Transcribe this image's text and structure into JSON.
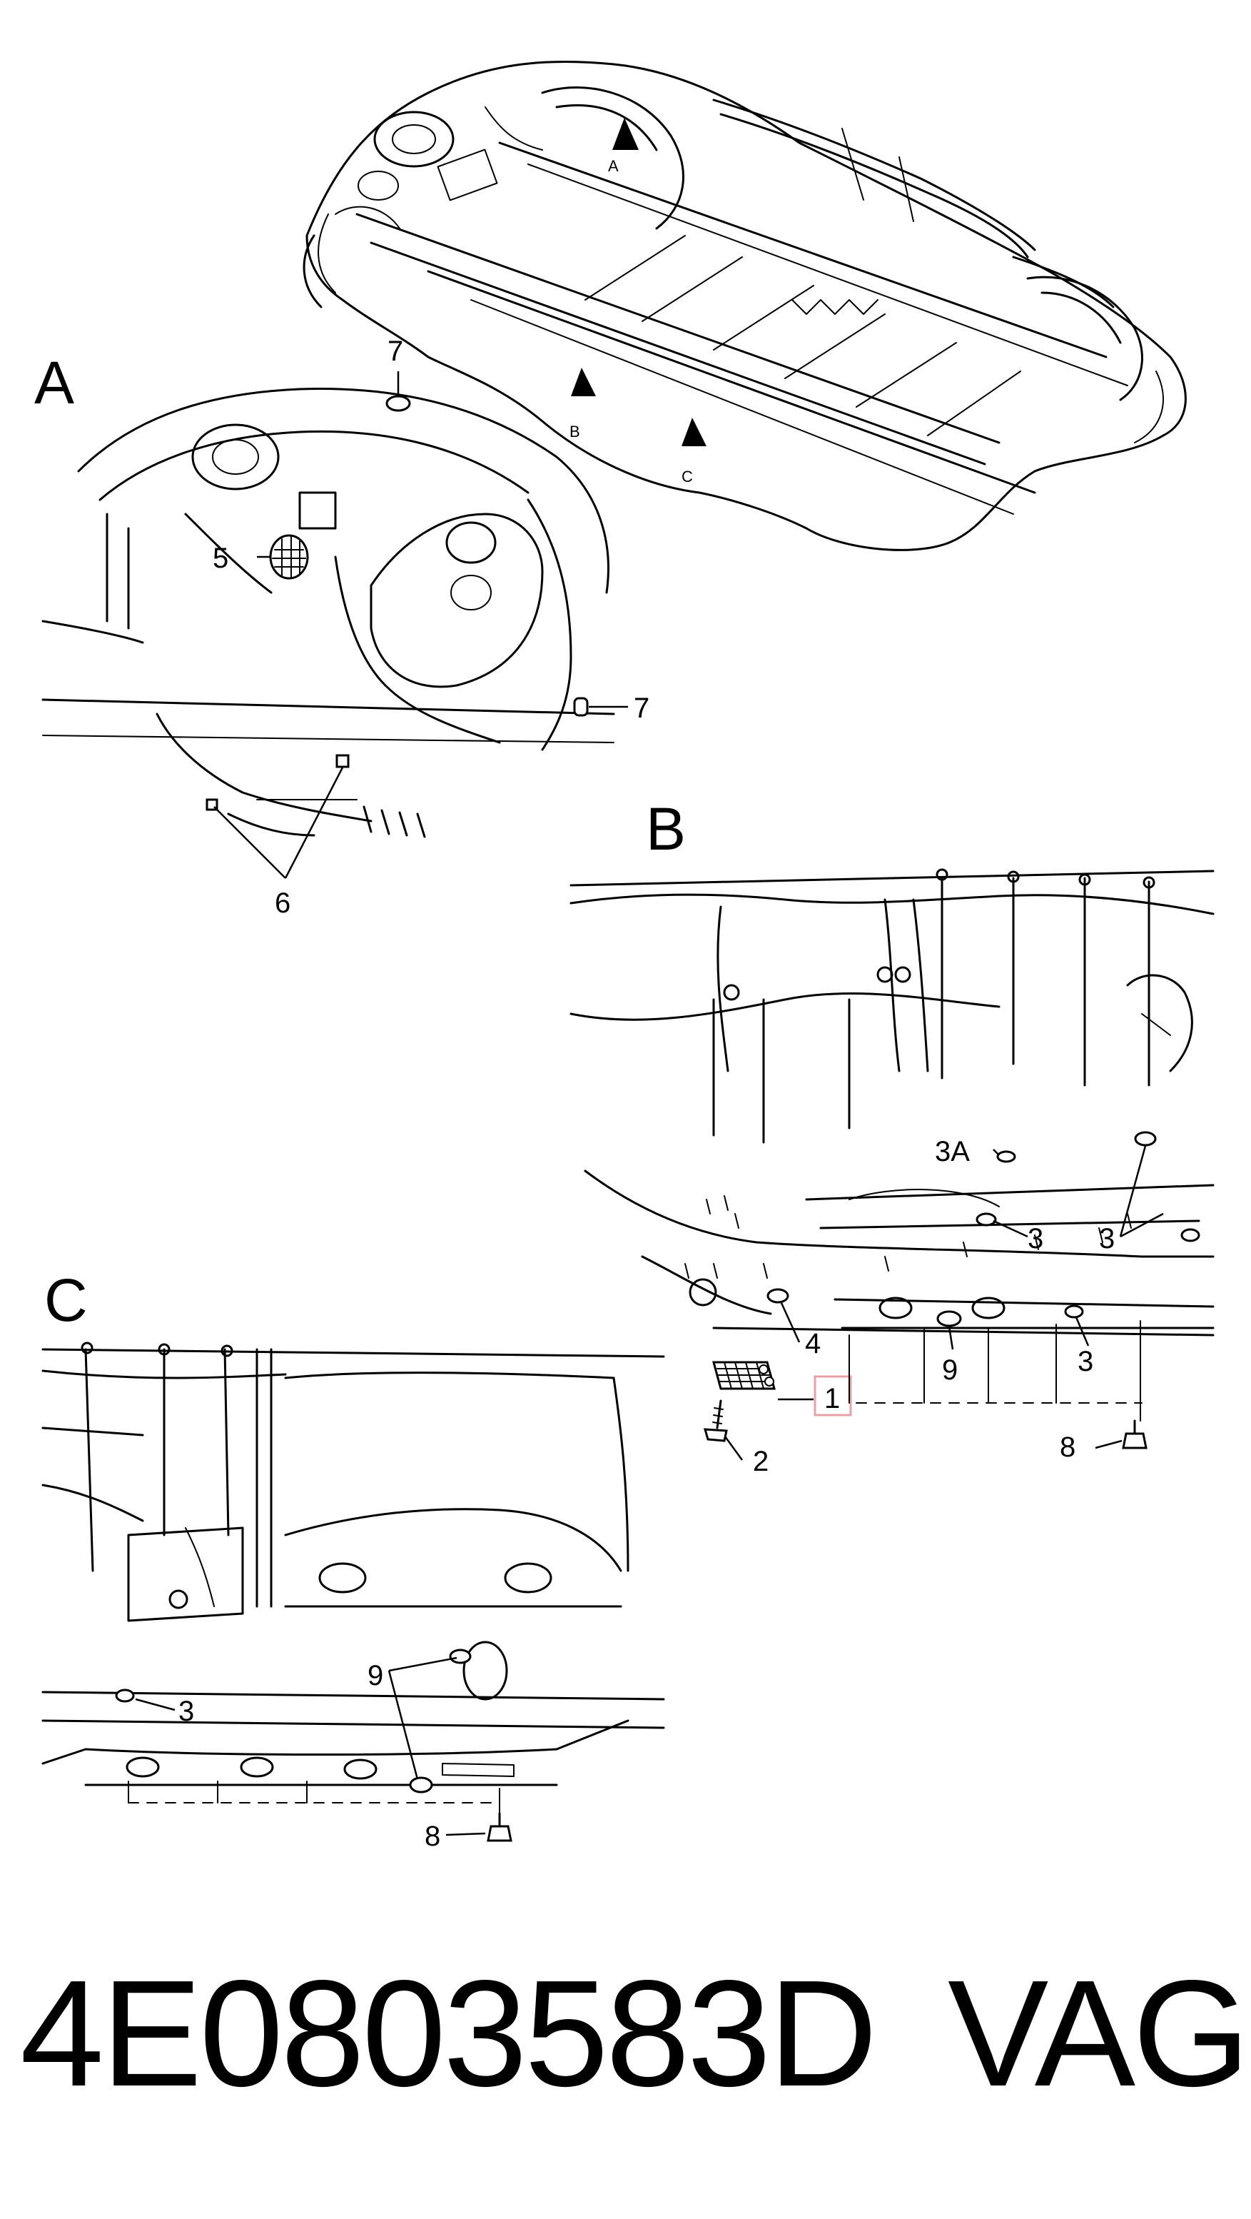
{
  "detail_labels": {
    "a": "A",
    "b": "B",
    "c": "C"
  },
  "overview_arrows": {
    "a": "A",
    "b": "B",
    "c": "C"
  },
  "callouts": {
    "detail_a": {
      "c7_top": "7",
      "c5": "5",
      "c7_right": "7",
      "c6": "6"
    },
    "detail_b": {
      "c3a": "3A",
      "c3_mid": "3",
      "c3_right": "3",
      "c4": "4",
      "c1": "1",
      "c9": "9",
      "c3_low": "3",
      "c2": "2",
      "c8": "8"
    },
    "detail_c": {
      "c9": "9",
      "c3": "3",
      "c8": "8"
    }
  },
  "highlight_color": "#e8a0a8",
  "footer": {
    "part_number": "4E0803583D",
    "brand": "VAG"
  }
}
